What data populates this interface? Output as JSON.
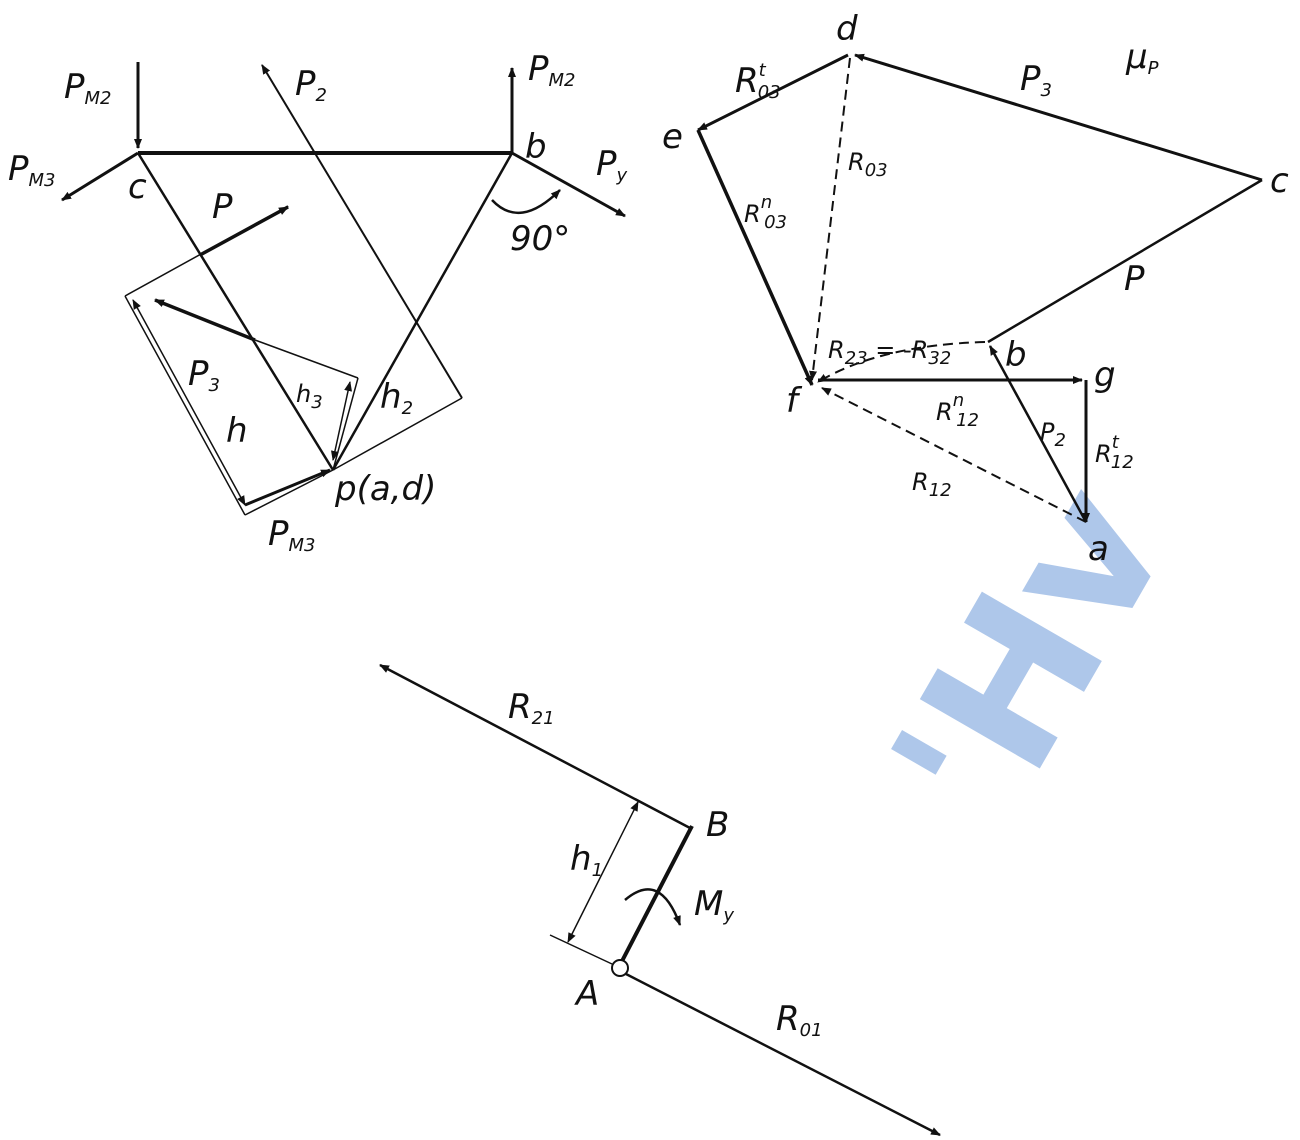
{
  "watermark": {
    "text": "'Hv",
    "color": "#aec7ea"
  },
  "left_diagram": {
    "P_M2_left": {
      "main": "P",
      "sub": "M2"
    },
    "P_M3_left": {
      "main": "P",
      "sub": "M3"
    },
    "P_2": {
      "main": "P",
      "sub": "2"
    },
    "P_M2_right": {
      "main": "P",
      "sub": "M2"
    },
    "P_y": {
      "main": "P",
      "sub": "y"
    },
    "point_c": "c",
    "point_b": "b",
    "P": "P",
    "angle": "90°",
    "P_3": {
      "main": "P",
      "sub": "3"
    },
    "h": "h",
    "h_3": {
      "main": "h",
      "sub": "3"
    },
    "h_2": {
      "main": "h",
      "sub": "2"
    },
    "pole": "p(a,d)",
    "P_M3_bottom": {
      "main": "P",
      "sub": "M3"
    }
  },
  "force_polygon": {
    "scale": {
      "main": "μ",
      "sub": "P"
    },
    "d": "d",
    "e": "e",
    "c": "c",
    "f": "f",
    "b": "b",
    "g": "g",
    "a": "a",
    "R03t": {
      "main": "R",
      "sub": "03",
      "sup": "t"
    },
    "R03": {
      "main": "R",
      "sub": "03"
    },
    "R03n": {
      "main": "R",
      "sub": "03",
      "sup": "n"
    },
    "P3": {
      "main": "P",
      "sub": "3"
    },
    "P": "P",
    "R23eq": {
      "a": "R",
      "asub": "23",
      "mid": " = -",
      "b": "R",
      "bsub": "32"
    },
    "R12n": {
      "main": "R",
      "sub": "12",
      "sup": "n"
    },
    "P2": {
      "main": "P",
      "sub": "2"
    },
    "R12t": {
      "main": "R",
      "sub": "12",
      "sup": "t"
    },
    "R12": {
      "main": "R",
      "sub": "12"
    }
  },
  "link_diagram": {
    "R21": {
      "main": "R",
      "sub": "21"
    },
    "B": "B",
    "h1": {
      "main": "h",
      "sub": "1"
    },
    "My": {
      "main": "M",
      "sub": "y"
    },
    "A": "A",
    "R01": {
      "main": "R",
      "sub": "01"
    }
  }
}
